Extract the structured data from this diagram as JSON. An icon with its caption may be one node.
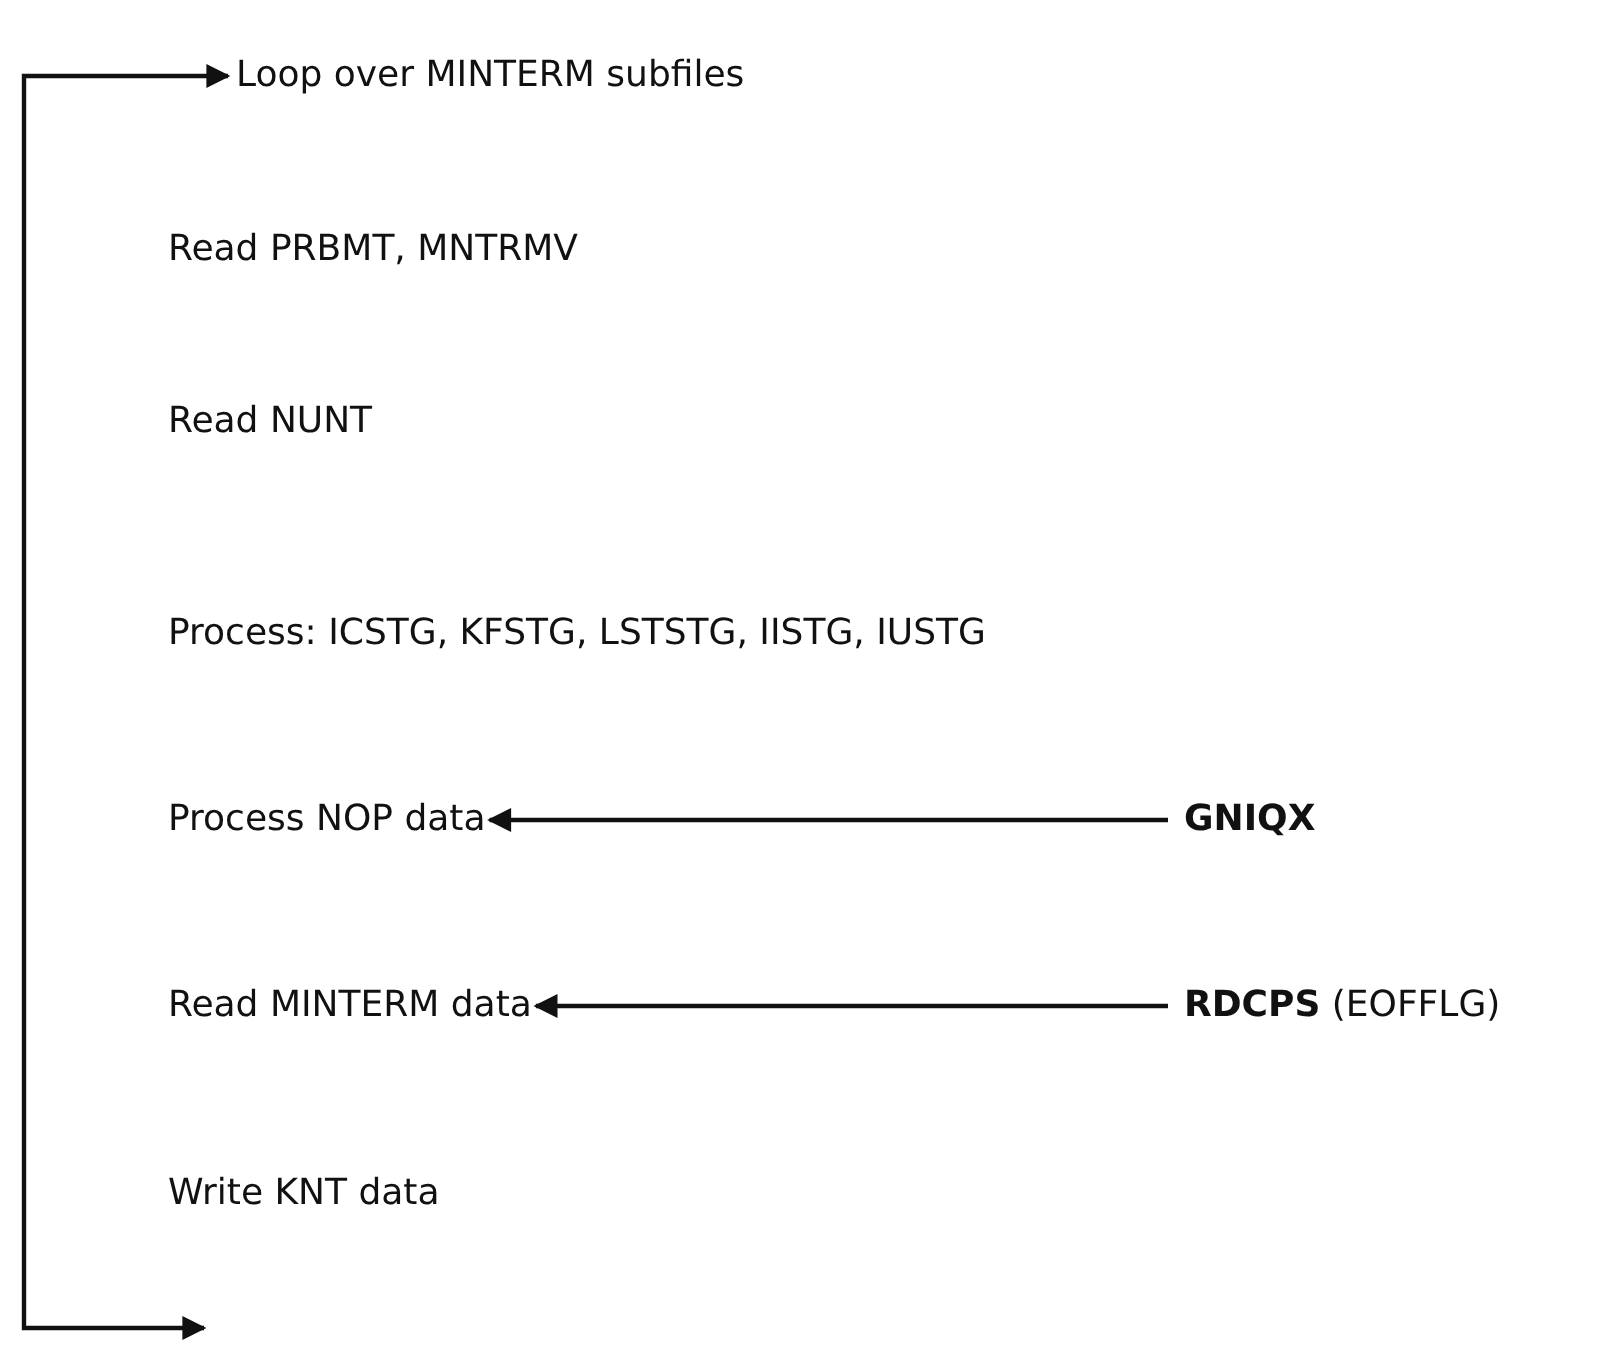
{
  "diagram": {
    "nodes": [
      {
        "text": [
          "Loop over MINTERM subfiles"
        ]
      },
      {
        "text": [
          "Read PRBMT, MNTRMV"
        ]
      },
      {
        "text": [
          "Read NUNT"
        ]
      },
      {
        "text": [
          "Process:  ICSTG, KFSTG, LSTSTG, IISTG, IUSTG"
        ]
      },
      {
        "text": [
          "Process NOP data"
        ]
      },
      {
        "text": [
          "Read MINTERM data"
        ]
      },
      {
        "text": [
          "Write KNT data"
        ]
      },
      {
        "text": [
          "GNIQX"
        ]
      },
      {
        "text": [
          "**RDCPS** (EOFFLG)"
        ]
      }
    ],
    "edges": [
      {
        "from": null,
        "to": 0,
        "arrow": "both"
      },
      {
        "from": 7,
        "to": 4,
        "arrow": "to"
      },
      {
        "from": 8,
        "to": 5,
        "arrow": "to"
      }
    ]
  }
}
